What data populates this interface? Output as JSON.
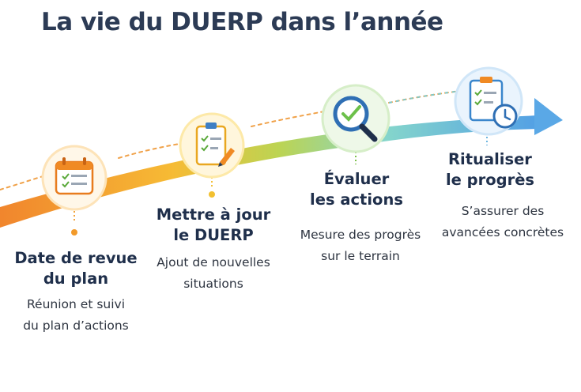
{
  "title": "La vie du DUERP dans l’année",
  "stages": [
    {
      "title": "Date de revue\ndu plan",
      "description": "Réunion et suivi\ndu plan d’actions",
      "icon": "calendar-checklist-icon",
      "accent": "#f08a24"
    },
    {
      "title": "Mettre à jour\nle DUERP",
      "description": "Ajout de nouvelles\nsituations",
      "icon": "clipboard-pencil-icon",
      "accent": "#f2b51f"
    },
    {
      "title": "Évaluer\nles actions",
      "description": "Mesure des progrès\nsur le terrain",
      "icon": "magnifier-check-icon",
      "accent": "#7cc04a"
    },
    {
      "title": "Ritualiser\nle progrès",
      "description": "S’assurer des\navancées concrètes",
      "icon": "clipboard-clock-icon",
      "accent": "#4a9fe0"
    }
  ],
  "colors": {
    "title": "#2c3b55",
    "arrow_start": "#f07f22",
    "arrow_mid": "#a6cc45",
    "arrow_end": "#4a9be3"
  }
}
